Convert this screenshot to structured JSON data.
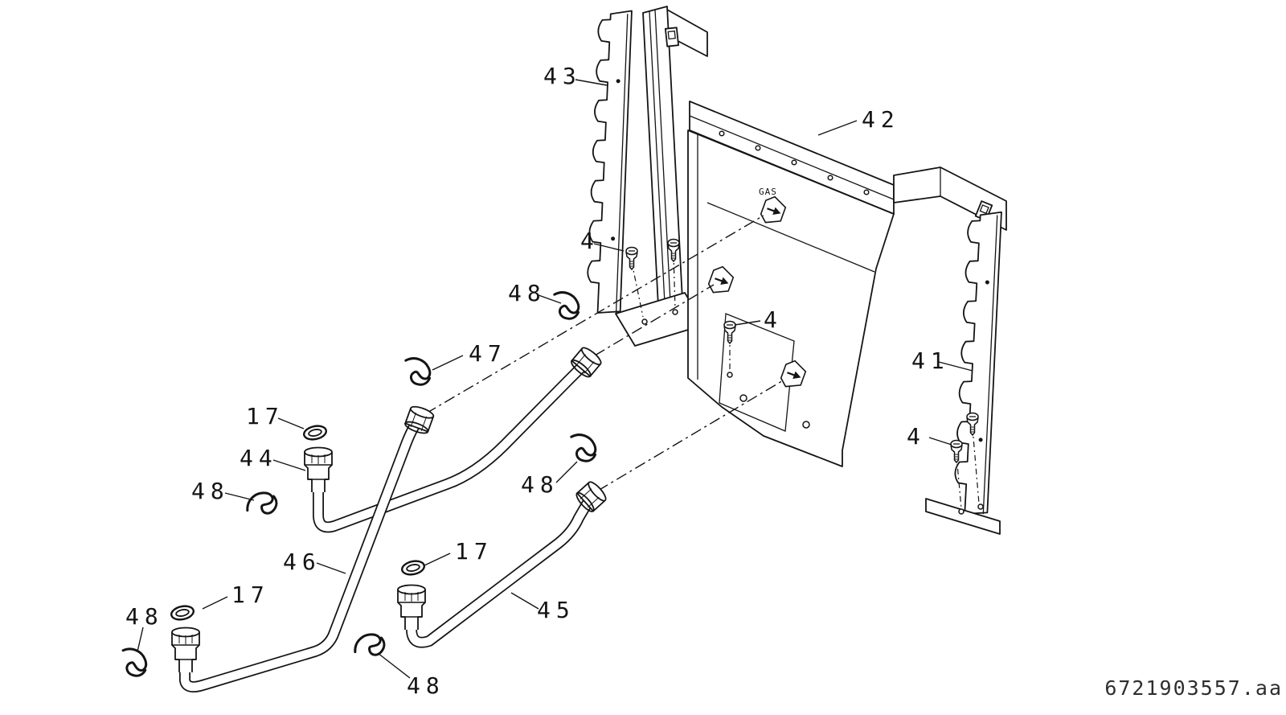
{
  "drawing": {
    "doc_number": "6721903557.aa",
    "gas_label": "GAS",
    "callouts": [
      {
        "part": "43"
      },
      {
        "part": "42"
      },
      {
        "part": "4"
      },
      {
        "part": "48"
      },
      {
        "part": "47"
      },
      {
        "part": "17"
      },
      {
        "part": "44"
      },
      {
        "part": "48"
      },
      {
        "part": "46"
      },
      {
        "part": "17"
      },
      {
        "part": "48"
      },
      {
        "part": "4"
      },
      {
        "part": "41"
      },
      {
        "part": "4"
      },
      {
        "part": "17"
      },
      {
        "part": "48"
      },
      {
        "part": "45"
      },
      {
        "part": "48"
      }
    ]
  }
}
